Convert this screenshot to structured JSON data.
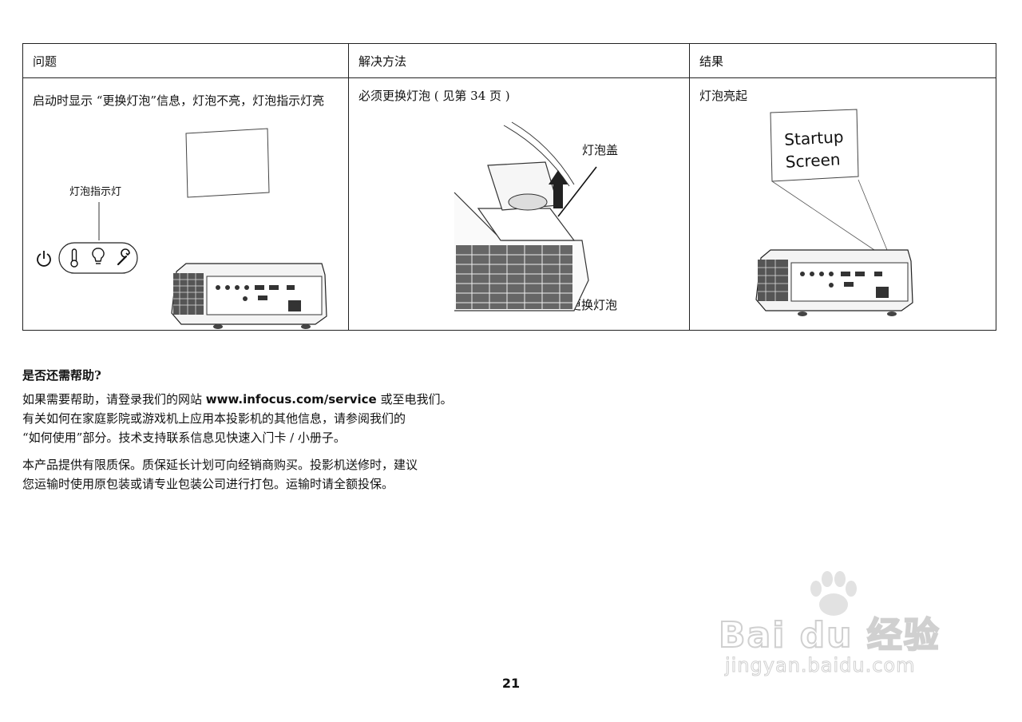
{
  "table": {
    "headers": [
      "问题",
      "解决方法",
      "结果"
    ],
    "problem": "启动时显示 “更换灯泡”信息，灯泡不亮，灯泡指示灯亮",
    "problem_callout": "灯泡指示灯",
    "solution": "必须更换灯泡 ( 见第  34 页 )",
    "solution_callout_cover": "灯泡盖",
    "solution_callout_lamp": "更换灯泡",
    "result": "灯泡亮起",
    "startup_screen_line1": "Startup",
    "startup_screen_line2": "Screen"
  },
  "help": {
    "title": "是否还需帮助?",
    "p1_pre": "如果需要帮助，请登录我们的网站 ",
    "p1_url": "www.infocus.com/service",
    "p1_post": " 或至电我们。",
    "p2_line1": "有关如何在家庭影院或游戏机上应用本投影机的其他信息，请参阅我们的",
    "p2_line2": "“如何使用”部分。技术支持联系信息见快速入门卡 / 小册子。",
    "p3_line1": "本产品提供有限质保。质保延长计划可向经销商购买。投影机送修时，建议",
    "p3_line2": "您运输时使用原包装或请专业包装公司进行打包。运输时请全额投保。"
  },
  "page_number": "21",
  "watermark": {
    "brand": "Bai du 经验",
    "url": "jingyan.baidu.com"
  },
  "icons": [
    "power-icon",
    "temperature-icon",
    "lamp-icon",
    "wrench-icon"
  ]
}
